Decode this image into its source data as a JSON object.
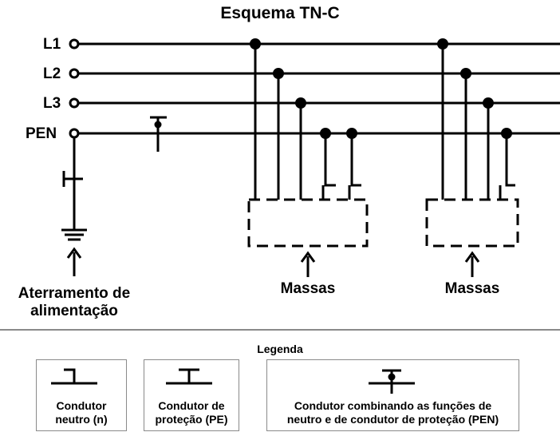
{
  "title": "Esquema TN-C",
  "lines": [
    {
      "key": "l1",
      "label": "L1"
    },
    {
      "key": "l2",
      "label": "L2"
    },
    {
      "key": "l3",
      "label": "L3"
    },
    {
      "key": "pen",
      "label": "PEN"
    }
  ],
  "captions": {
    "grounding_line1": "Aterramento de",
    "grounding_line2": "alimentação",
    "masses_left": "Massas",
    "masses_right": "Massas"
  },
  "legend": {
    "title": "Legenda",
    "items": [
      {
        "line1": "Condutor",
        "line2": "neutro (n)"
      },
      {
        "line1": "Condutor de",
        "line2": "proteção (PE)"
      },
      {
        "line1": "Condutor combinando as funções de",
        "line2": "neutro e de condutor de proteção (PEN)"
      }
    ]
  },
  "colors": {
    "stroke": "#000000",
    "divider": "#444444",
    "box_border": "#8a8a8a"
  }
}
